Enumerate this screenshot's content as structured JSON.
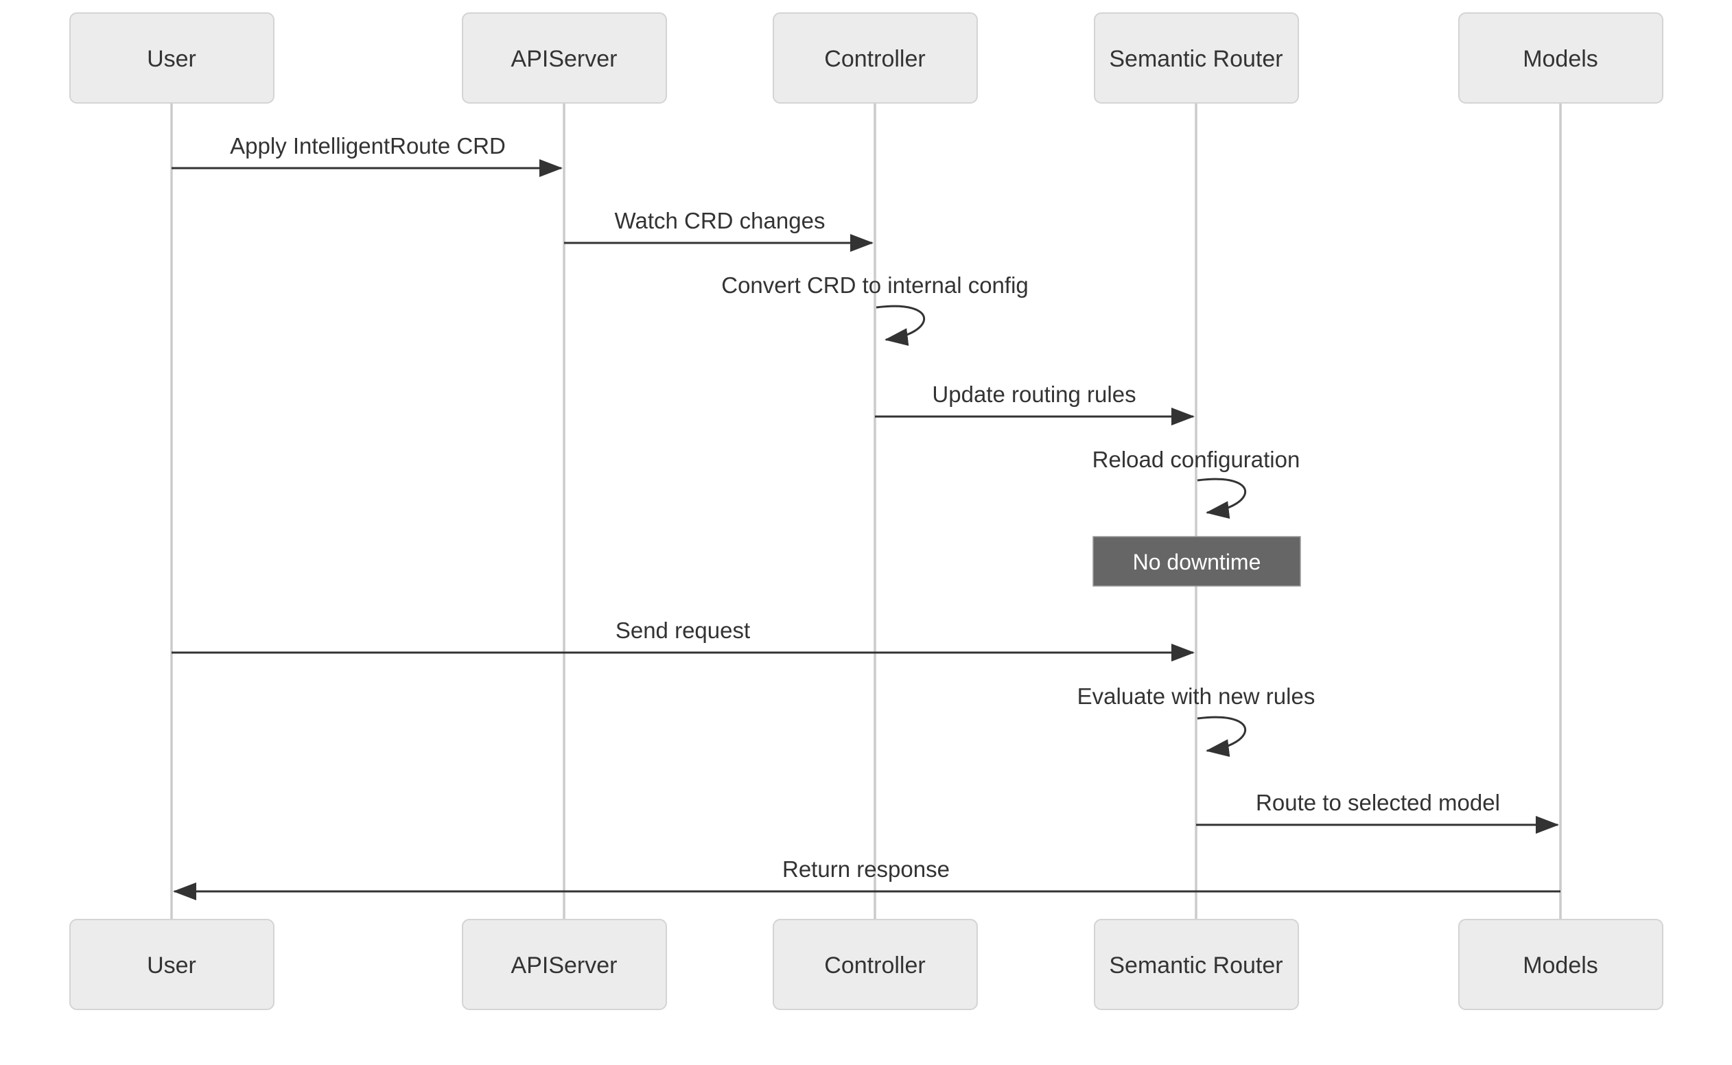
{
  "diagram": {
    "type": "sequence-diagram",
    "background": "#ffffff",
    "actors": [
      {
        "id": "user",
        "label": "User"
      },
      {
        "id": "apiserver",
        "label": "APIServer"
      },
      {
        "id": "controller",
        "label": "Controller"
      },
      {
        "id": "semantic-router",
        "label": "Semantic Router"
      },
      {
        "id": "models",
        "label": "Models"
      }
    ],
    "messages": [
      {
        "from": "User",
        "to": "APIServer",
        "type": "arrow",
        "label": "Apply IntelligentRoute CRD"
      },
      {
        "from": "APIServer",
        "to": "Controller",
        "type": "arrow",
        "label": "Watch CRD changes"
      },
      {
        "from": "Controller",
        "to": "Controller",
        "type": "self",
        "label": "Convert CRD to internal config"
      },
      {
        "from": "Controller",
        "to": "Semantic Router",
        "type": "arrow",
        "label": "Update routing rules"
      },
      {
        "from": "Semantic Router",
        "to": "Semantic Router",
        "type": "self",
        "label": "Reload configuration"
      },
      {
        "from": "Semantic Router",
        "to": "Semantic Router",
        "type": "note",
        "label": "No downtime"
      },
      {
        "from": "User",
        "to": "Semantic Router",
        "type": "arrow",
        "label": "Send request"
      },
      {
        "from": "Semantic Router",
        "to": "Semantic Router",
        "type": "self",
        "label": "Evaluate with new rules"
      },
      {
        "from": "Semantic Router",
        "to": "Models",
        "type": "arrow",
        "label": "Route to selected model"
      },
      {
        "from": "Models",
        "to": "User",
        "type": "arrow",
        "label": "Return response"
      }
    ],
    "colors": {
      "actor_fill": "#ececec",
      "actor_border": "#d4d4d4",
      "lifeline": "#cbcbcb",
      "arrow": "#333333",
      "text": "#333333",
      "note_fill": "#666666",
      "note_border": "#9a9a9a",
      "note_text": "#ffffff",
      "background": "#ffffff"
    }
  }
}
